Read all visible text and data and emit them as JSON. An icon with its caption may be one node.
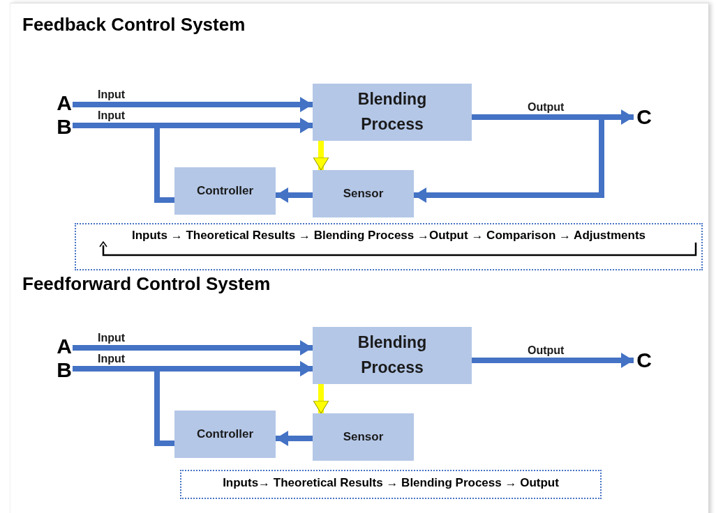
{
  "diagram": {
    "nodes": [
      {
        "text": [
          "A"
        ]
      },
      {
        "text": [
          "B"
        ]
      },
      {
        "text": [
          "Blending Process"
        ]
      },
      {
        "text": [
          "Sensor"
        ]
      },
      {
        "text": [
          "Controller"
        ]
      },
      {
        "text": [
          "C"
        ]
      },
      {
        "text": [
          "Inputs → Theoretical Results → Blending Process →Output → Comparison → Adjustments"
        ]
      },
      {
        "text": [
          "A"
        ]
      },
      {
        "text": [
          "B"
        ]
      },
      {
        "text": [
          "Blending Process"
        ]
      },
      {
        "text": [
          "Sensor"
        ]
      },
      {
        "text": [
          "Controller"
        ]
      },
      {
        "text": [
          "C"
        ]
      },
      {
        "text": [
          "Inputs→ Theoretical Results → Blending Process → Output"
        ]
      }
    ],
    "edges": [
      {
        "from": 0,
        "to": 2,
        "arrow": "to",
        "label": "Input"
      },
      {
        "from": 1,
        "to": 2,
        "arrow": "to",
        "label": "Input"
      },
      {
        "from": 2,
        "to": 5,
        "arrow": "to",
        "label": "Output"
      },
      {
        "from": 2,
        "to": 3,
        "arrow": "to",
        "color": "#ffff00"
      },
      {
        "from": 2,
        "to": 3,
        "arrow": "to"
      },
      {
        "from": 3,
        "to": 4,
        "arrow": "to"
      },
      {
        "from": 4,
        "to": 2,
        "arrow": "to"
      },
      {
        "from": 7,
        "to": 9,
        "arrow": "to",
        "label": "Input"
      },
      {
        "from": 8,
        "to": 9,
        "arrow": "to",
        "label": "Input"
      },
      {
        "from": 9,
        "to": 12,
        "arrow": "to",
        "label": "Output"
      },
      {
        "from": 9,
        "to": 10,
        "arrow": "to",
        "color": "#ffff00"
      },
      {
        "from": 10,
        "to": 11,
        "arrow": "to"
      },
      {
        "from": 11,
        "to": 9,
        "arrow": "to"
      }
    ],
    "labels": [
      "Feedback Control System",
      "Feedforward Control System"
    ]
  }
}
